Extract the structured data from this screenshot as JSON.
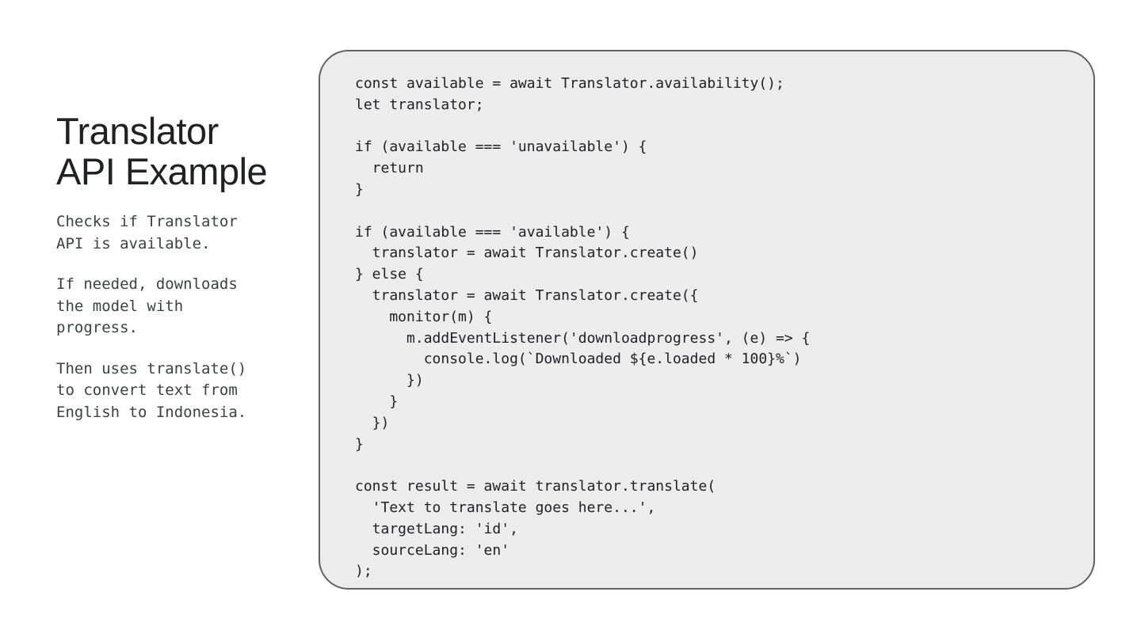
{
  "slide": {
    "title_lines": [
      "Translator",
      "API Example"
    ],
    "description": [
      "Checks if Translator\nAPI is available.",
      "If needed, downloads\nthe model with\nprogress.",
      "Then uses translate()\nto convert text from\nEnglish to Indonesia."
    ]
  },
  "code": {
    "lines": [
      "const available = await Translator.availability();",
      "let translator;",
      "",
      "if (available === 'unavailable') {",
      "  return",
      "}",
      "",
      "if (available === 'available') {",
      "  translator = await Translator.create()",
      "} else {",
      "  translator = await Translator.create({",
      "    monitor(m) {",
      "      m.addEventListener('downloadprogress', (e) => {",
      "        console.log(`Downloaded ${e.loaded * 100}%`)",
      "      })",
      "    }",
      "  })",
      "}",
      "",
      "const result = await translator.translate(",
      "  'Text to translate goes here...',",
      "  targetLang: 'id',",
      "  sourceLang: 'en'",
      ");"
    ]
  }
}
